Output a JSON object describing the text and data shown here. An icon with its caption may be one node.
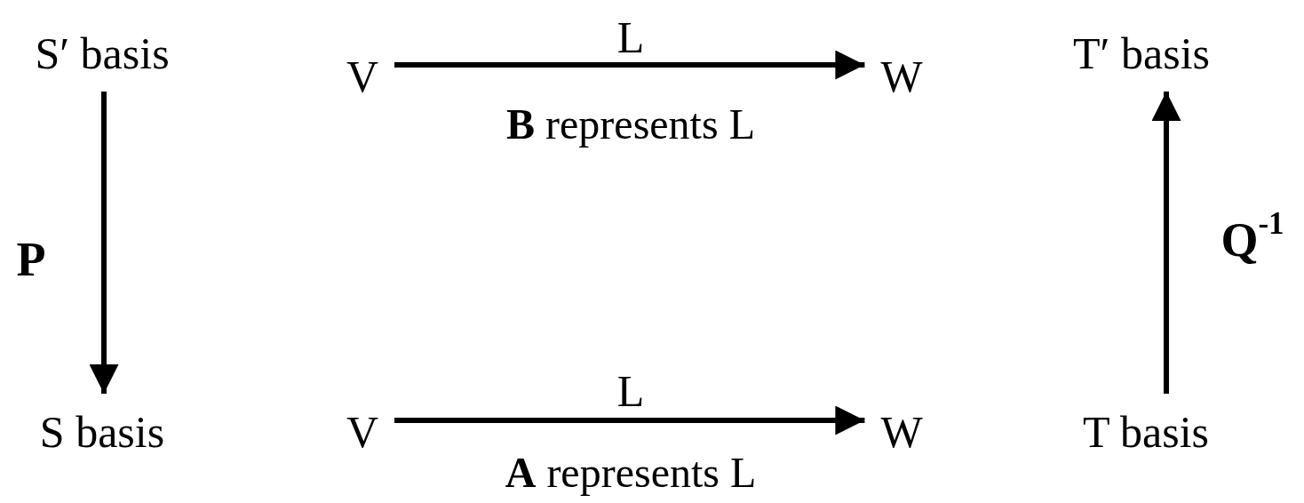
{
  "diagram": {
    "nodes": [
      {
        "text": [
          "S′ basis"
        ]
      },
      {
        "text": [
          "V"
        ]
      },
      {
        "text": [
          "W"
        ]
      },
      {
        "text": [
          "T′ basis"
        ]
      },
      {
        "text": [
          "S basis"
        ]
      },
      {
        "text": [
          "V"
        ]
      },
      {
        "text": [
          "W"
        ]
      },
      {
        "text": [
          "T basis"
        ]
      }
    ],
    "edges": [
      {
        "from": 1,
        "to": 2,
        "arrow": "to",
        "label": "L"
      },
      {
        "from": 0,
        "to": 4,
        "arrow": "to",
        "label": "P"
      },
      {
        "from": 7,
        "to": 3,
        "arrow": "to",
        "label": "Q$^{-1}$"
      },
      {
        "from": 5,
        "to": 6,
        "arrow": "to",
        "label": "L"
      }
    ],
    "labels": [
      "**B** represents L",
      "**A** represents L"
    ]
  }
}
